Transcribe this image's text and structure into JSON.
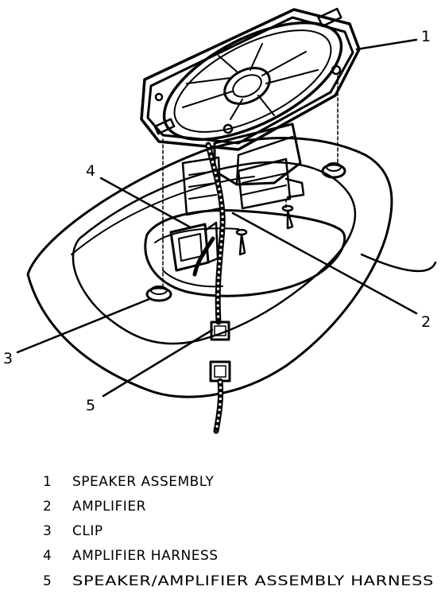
{
  "diagram": {
    "callouts": [
      {
        "id": "1",
        "label": "1"
      },
      {
        "id": "2",
        "label": "2"
      },
      {
        "id": "3",
        "label": "3"
      },
      {
        "id": "4",
        "label": "4"
      },
      {
        "id": "5",
        "label": "5"
      }
    ]
  },
  "legend": {
    "items": [
      {
        "number": "1",
        "text": "SPEAKER ASSEMBLY"
      },
      {
        "number": "2",
        "text": "AMPLIFIER"
      },
      {
        "number": "3",
        "text": "CLIP"
      },
      {
        "number": "4",
        "text": "AMPLIFIER HARNESS"
      },
      {
        "number": "5",
        "text": "SPEAKER/AMPLIFIER ASSEMBLY HARNESS"
      }
    ]
  }
}
